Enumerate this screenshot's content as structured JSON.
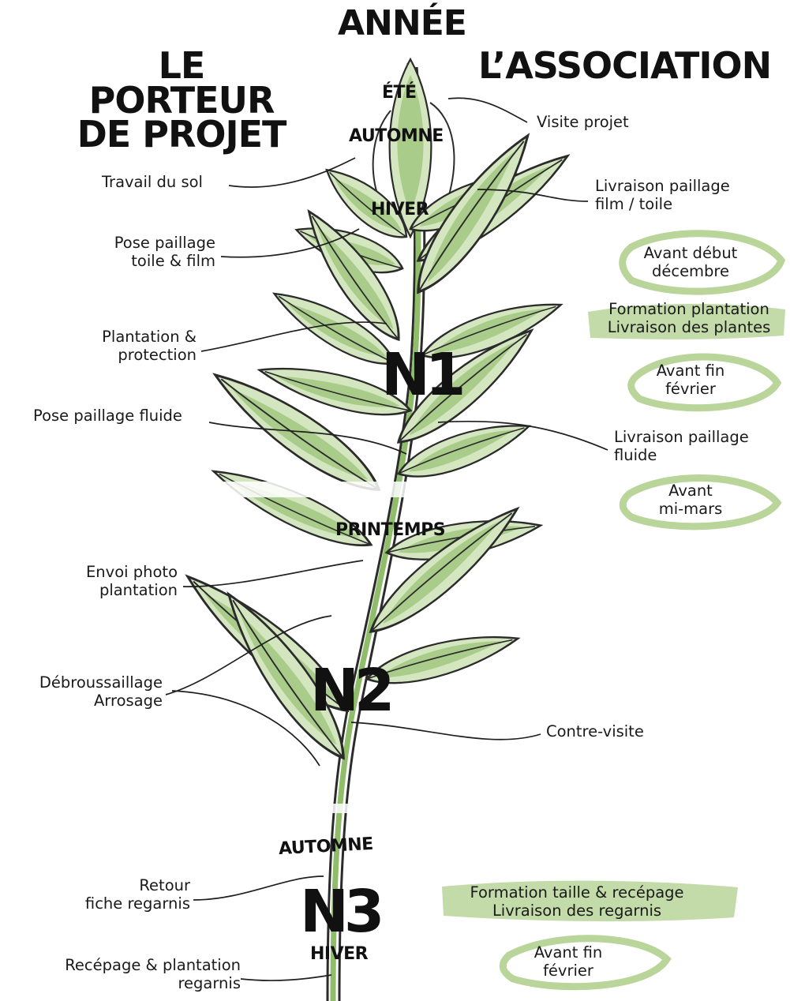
{
  "headings": {
    "year": "ANNÉE",
    "left_line1": "LE PORTEUR",
    "left_line2": "DE PROJET",
    "right": "L’ASSOCIATION"
  },
  "seasons": {
    "ete": "ÉTÉ",
    "automne1": "AUTOMNE",
    "hiver1": "HIVER",
    "printemps": "PRINTEMPS",
    "automne2": "AUTOMNE",
    "hiver2": "HIVER"
  },
  "years": {
    "n1": "N1",
    "n2": "N2",
    "n3": "N3"
  },
  "left_labels": {
    "travail_sol": "Travail du sol",
    "pose_paillage_1": "Pose paillage",
    "pose_paillage_2": "toile & film",
    "plantation_1": "Plantation &",
    "plantation_2": "protection",
    "pose_fluide": "Pose paillage fluide",
    "envoi_1": "Envoi photo",
    "envoi_2": "plantation",
    "debrous_1": "Débroussaillage",
    "debrous_2": "Arrosage",
    "retour_1": "Retour",
    "retour_2": "fiche regarnis",
    "recepage_1": "Recépage & plantation",
    "recepage_2": "regarnis"
  },
  "right_labels": {
    "visite": "Visite projet",
    "livraison_film_1": "Livraison paillage",
    "livraison_film_2": "film / toile",
    "avant_dec_1": "Avant début",
    "avant_dec_2": "décembre",
    "formation_1": "Formation plantation",
    "formation_2": "Livraison des plantes",
    "avant_fev_1": "Avant fin",
    "avant_fev_2": "février",
    "livraison_fluide_1": "Livraison paillage",
    "livraison_fluide_2": "fluide",
    "avant_mars_1": "Avant",
    "avant_mars_2": "mi-mars",
    "contre_visite": "Contre-visite",
    "formation_taille_1": "Formation taille & recépage",
    "formation_taille_2": "Livraison des regarnis",
    "avant_fev2_1": "Avant fin",
    "avant_fev2_2": "février"
  },
  "colors": {
    "leaf_fill": "#a9cc8a",
    "leaf_light": "#d4e6c0",
    "stroke": "#2b2b2b",
    "highlight": "#b9d59a"
  }
}
